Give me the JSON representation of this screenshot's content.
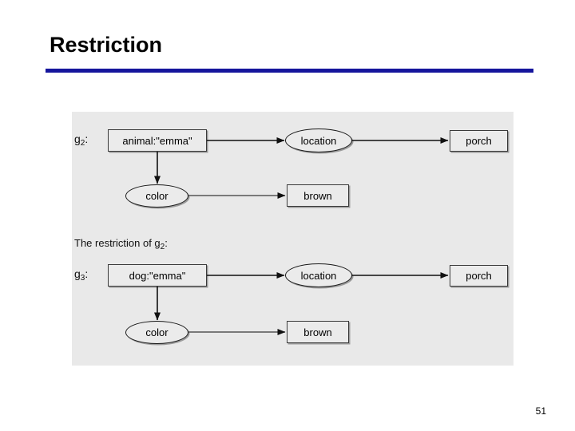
{
  "slide": {
    "title": "Restriction",
    "page_number": "51",
    "rule_color": "#15159c",
    "panel_color": "#e9e9e9"
  },
  "caption": {
    "prefix": "The restriction of g",
    "subscript": "2",
    "suffix": ":"
  },
  "graphs": [
    {
      "id": "g2",
      "label_letter": "g",
      "label_subscript": "2",
      "label_suffix": ":",
      "nodes": [
        {
          "name": "subject",
          "shape": "box",
          "text": "animal:\"emma\""
        },
        {
          "name": "location",
          "shape": "ellipse",
          "text": "location"
        },
        {
          "name": "porch",
          "shape": "box",
          "text": "porch"
        },
        {
          "name": "color",
          "shape": "ellipse",
          "text": "color"
        },
        {
          "name": "brown",
          "shape": "box",
          "text": "brown"
        }
      ],
      "edges": [
        {
          "from": "subject",
          "to": "location"
        },
        {
          "from": "location",
          "to": "porch"
        },
        {
          "from": "subject",
          "to": "color"
        },
        {
          "from": "color",
          "to": "brown"
        }
      ]
    },
    {
      "id": "g3",
      "label_letter": "g",
      "label_subscript": "3",
      "label_suffix": ":",
      "nodes": [
        {
          "name": "subject",
          "shape": "box",
          "text": "dog:\"emma\""
        },
        {
          "name": "location",
          "shape": "ellipse",
          "text": "location"
        },
        {
          "name": "porch",
          "shape": "box",
          "text": "porch"
        },
        {
          "name": "color",
          "shape": "ellipse",
          "text": "color"
        },
        {
          "name": "brown",
          "shape": "box",
          "text": "brown"
        }
      ],
      "edges": [
        {
          "from": "subject",
          "to": "location"
        },
        {
          "from": "location",
          "to": "porch"
        },
        {
          "from": "subject",
          "to": "color"
        },
        {
          "from": "color",
          "to": "brown"
        }
      ]
    }
  ]
}
